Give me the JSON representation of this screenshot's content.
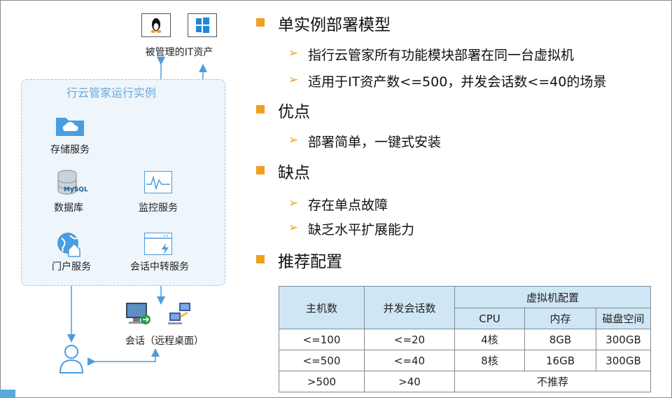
{
  "diagram": {
    "managed_assets_label": "被管理的IT资产",
    "run_instance_title": "行云管家运行实例",
    "services": {
      "storage": "存储服务",
      "database": "数据库",
      "monitor": "监控服务",
      "portal": "门户服务",
      "session_relay": "会话中转服务"
    },
    "remote_desktop_label": "会话（远程桌面）",
    "mysql_text": "MySQL"
  },
  "content": {
    "sections": [
      {
        "title": "单实例部署模型",
        "items": [
          "指行云管家所有功能模块部署在同一台虚拟机",
          "适用于IT资产数<=500，并发会话数<=40的场景"
        ]
      },
      {
        "title": "优点",
        "items": [
          "部署简单，一键式安装"
        ]
      },
      {
        "title": "缺点",
        "items": [
          "存在单点故障",
          "缺乏水平扩展能力"
        ]
      },
      {
        "title": "推荐配置",
        "items": []
      }
    ]
  },
  "table": {
    "headers": {
      "hosts": "主机数",
      "sessions": "并发会话数",
      "vm": "虚拟机配置",
      "cpu": "CPU",
      "memory": "内存",
      "disk": "磁盘空间"
    },
    "rows": [
      {
        "hosts": "<=100",
        "sessions": "<=20",
        "cpu": "4核",
        "memory": "8GB",
        "disk": "300GB"
      },
      {
        "hosts": "<=500",
        "sessions": "<=40",
        "cpu": "8核",
        "memory": "16GB",
        "disk": "300GB"
      },
      {
        "hosts": ">500",
        "sessions": ">40",
        "merged": "不推荐"
      }
    ]
  },
  "colors": {
    "accent": "#f0a020",
    "diagram_blue": "#4a9de0",
    "header_fill": "#cfe6f5"
  }
}
